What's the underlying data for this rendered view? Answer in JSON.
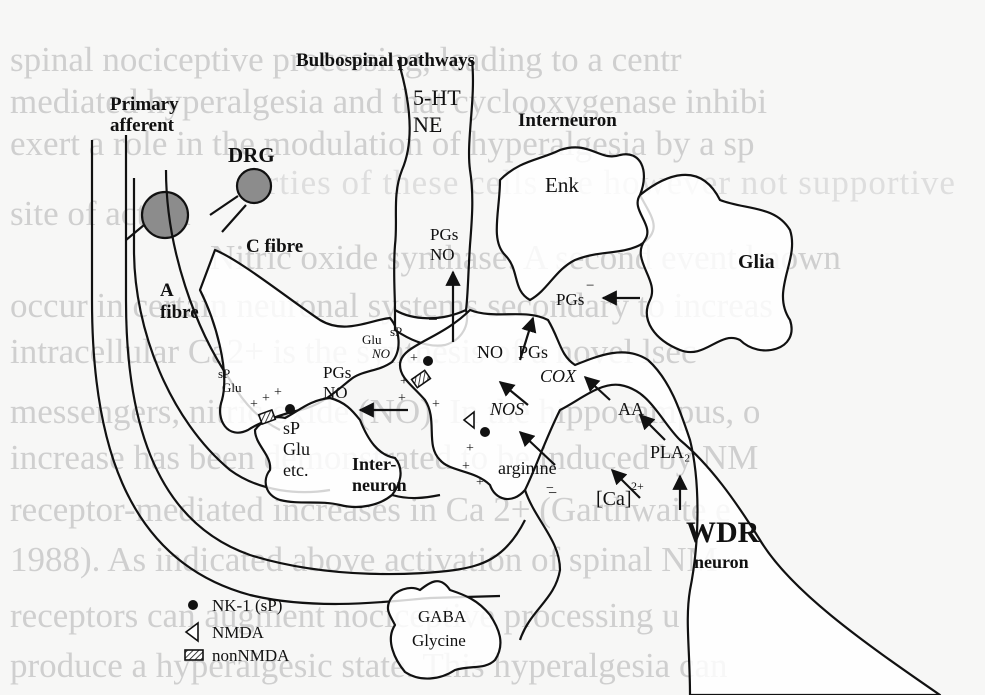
{
  "background_text": {
    "lines": [
      "spinal  nociceptive  processing,  leading  to  a  centr",
      "mediated  hyperalgesia  and  that  cyclooxygenase  inhibi",
      "exert  a  role  in  the  modulation  of  hyperalgesia  by  a  sp",
      "site  of  action",
      "Nitric  oxide  synthase.  A  second  event  known",
      "occur  in  certain  neuronal  systems  secondary  to  increas",
      "intracellular  Ca2+  is  the  synthesis  of  a  novel  lsec",
      "messengers,  nitric  oxide  (NO).  In  the  hippocampus,  o",
      "increase  has  been  demonstrated  to  be  induced  by  NM",
      "receptor-mediated  increases  in  Ca  2+  (Garthwaite  e",
      "1988).  As  indicated  above  activation  of  spinal  NM",
      "receptors  can  augment  nociceptive  processing  u",
      "produce  a  hyperalgesic  state.  This  hyperalgesia  can"
    ],
    "ghost_lines": [
      "erties  of  these  cells  are  however  not  supportive",
      "cyclooxygenase  inhibitors",
      "1988).  As  indicated  above  activation  of  spinal  NM"
    ]
  },
  "labels": {
    "bulbospinal": "Bulbospinal pathways",
    "ht5": "5-HT",
    "ne": "NE",
    "primary": "Primary",
    "afferent": "afferent",
    "drg": "DRG",
    "c_fibre": "C fibre",
    "a_letter": "A",
    "fibre": "fibre",
    "interneuron_top": "Interneuron",
    "enk": "Enk",
    "glia": "Glia",
    "pgs_top": "PGs",
    "no_top": "NO",
    "minus_top": "−",
    "pgs_glia": "PGs",
    "glia_minus": "−",
    "glu_sp_glu": "Glu",
    "glu_sp_sp": "sP",
    "glu_sp_no": "NO",
    "sp_glu_sp": "sP",
    "sp_glu_glu": "Glu",
    "pgs_mid": "PGs",
    "no_mid": "NO",
    "no_center": "NO",
    "pgs_center": "PGs",
    "cox": "COX",
    "nos": "NOS",
    "aa": "AA",
    "pla2": "PLA₂",
    "arginine": "arginine",
    "sp_stack_1": "sP",
    "sp_stack_2": "Glu",
    "sp_stack_3": "etc.",
    "inter_left_1": "Inter-",
    "inter_left_2": "neuron",
    "ca": "[Ca]",
    "ca_sup": "2+",
    "wdr": "WDR",
    "neuron": "neuron",
    "gaba": "GABA",
    "glycine": "Glycine",
    "plus": "+",
    "minus": "−"
  },
  "legend": {
    "items": [
      {
        "symbol": "filled-circle",
        "label": "NK-1 (sP)"
      },
      {
        "symbol": "triangle-receptor",
        "label": "NMDA"
      },
      {
        "symbol": "hatched-rectangle",
        "label": "nonNMDA"
      }
    ]
  }
}
